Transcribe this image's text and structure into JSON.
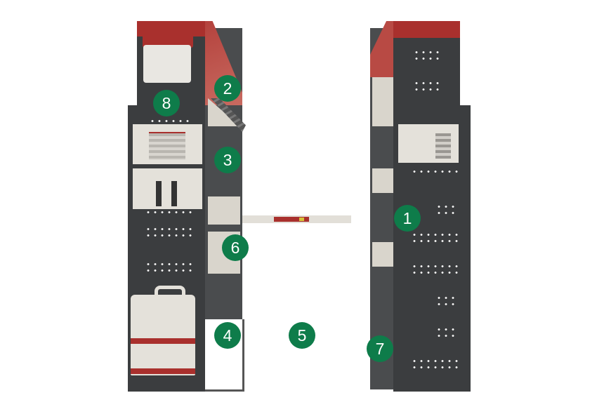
{
  "colors": {
    "badge": "#0e7c4a",
    "panel": "#3b3d3f",
    "accent": "#a9302d",
    "cream": "#e4e1da"
  },
  "callouts": [
    {
      "label": "1"
    },
    {
      "label": "2"
    },
    {
      "label": "3"
    },
    {
      "label": "4"
    },
    {
      "label": "5"
    },
    {
      "label": "6"
    },
    {
      "label": "7"
    },
    {
      "label": "8"
    }
  ]
}
